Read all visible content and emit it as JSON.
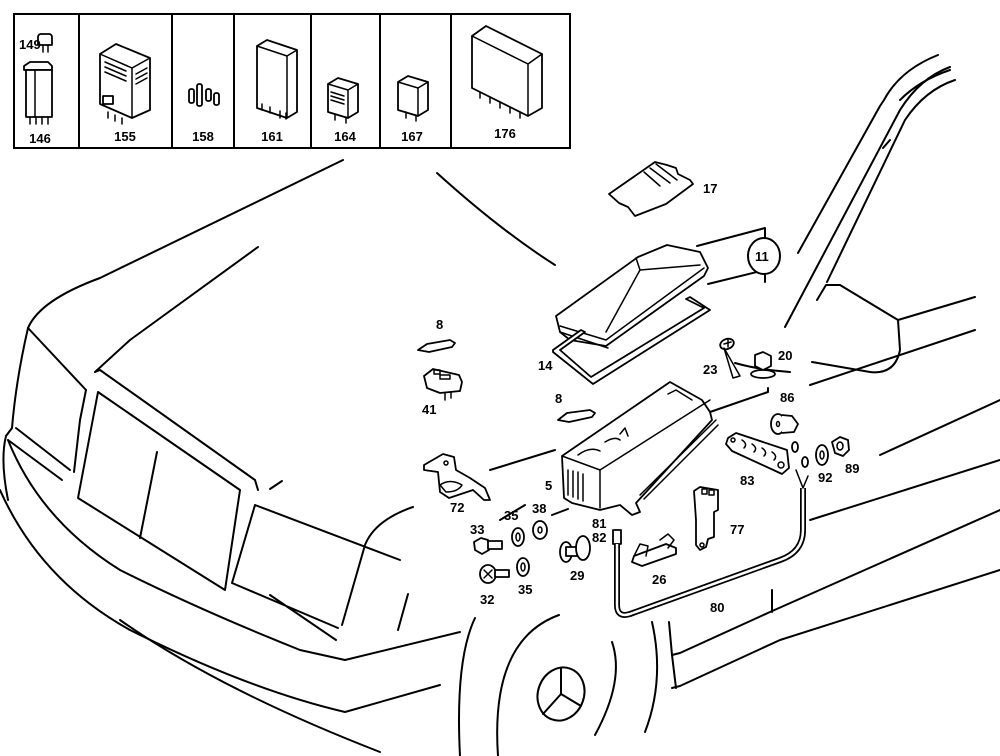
{
  "diagram": {
    "title": "Fuse and relay box assembly (exploded view)",
    "relay_legend": [
      {
        "id": "146",
        "label": "146"
      },
      {
        "id": "149",
        "label": "149"
      },
      {
        "id": "155",
        "label": "155"
      },
      {
        "id": "158",
        "label": "158"
      },
      {
        "id": "161",
        "label": "161"
      },
      {
        "id": "164",
        "label": "164"
      },
      {
        "id": "167",
        "label": "167"
      },
      {
        "id": "176",
        "label": "176"
      }
    ],
    "callouts": {
      "p5": "5",
      "p8a": "8",
      "p8b": "8",
      "p11": "11",
      "p14": "14",
      "p17": "17",
      "p20": "20",
      "p23": "23",
      "p26": "26",
      "p29": "29",
      "p32": "32",
      "p33": "33",
      "p35a": "35",
      "p35b": "35",
      "p38": "38",
      "p41": "41",
      "p72": "72",
      "p77": "77",
      "p80": "80",
      "p81": "81",
      "p82": "82",
      "p83": "83",
      "p86": "86",
      "p89": "89",
      "p92": "92"
    }
  }
}
